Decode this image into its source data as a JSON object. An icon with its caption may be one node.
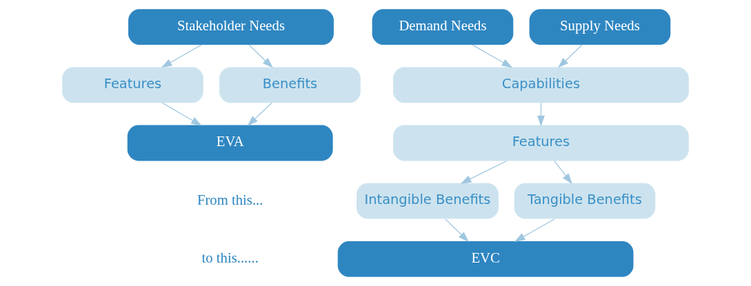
{
  "diagram": {
    "nodes": [
      {
        "text": [
          "Stakeholder Needs"
        ]
      },
      {
        "text": [
          "Features"
        ]
      },
      {
        "text": [
          "Benefits"
        ]
      },
      {
        "text": [
          "EVA"
        ]
      },
      {
        "text": [
          "Demand Needs"
        ]
      },
      {
        "text": [
          "Supply Needs"
        ]
      },
      {
        "text": [
          "Capabilities"
        ]
      },
      {
        "text": [
          "Features"
        ]
      },
      {
        "text": [
          "Intangible Benefits"
        ]
      },
      {
        "text": [
          "Tangible Benefits"
        ]
      },
      {
        "text": [
          "EVC"
        ]
      }
    ],
    "edges": [
      {
        "from": 0,
        "to": 1,
        "arrow": "to"
      },
      {
        "from": 0,
        "to": 2,
        "arrow": "to"
      },
      {
        "from": 1,
        "to": 3,
        "arrow": "to"
      },
      {
        "from": 2,
        "to": 3,
        "arrow": "to"
      },
      {
        "from": 4,
        "to": 6,
        "arrow": "to"
      },
      {
        "from": 5,
        "to": 6,
        "arrow": "to"
      },
      {
        "from": 6,
        "to": 7,
        "arrow": "to"
      },
      {
        "from": 7,
        "to": 8,
        "arrow": "to"
      },
      {
        "from": 7,
        "to": 9,
        "arrow": "to"
      },
      {
        "from": 8,
        "to": 10,
        "arrow": "to"
      },
      {
        "from": 9,
        "to": 10,
        "arrow": "to"
      }
    ],
    "labels": [
      "From this...",
      "to this......"
    ]
  }
}
